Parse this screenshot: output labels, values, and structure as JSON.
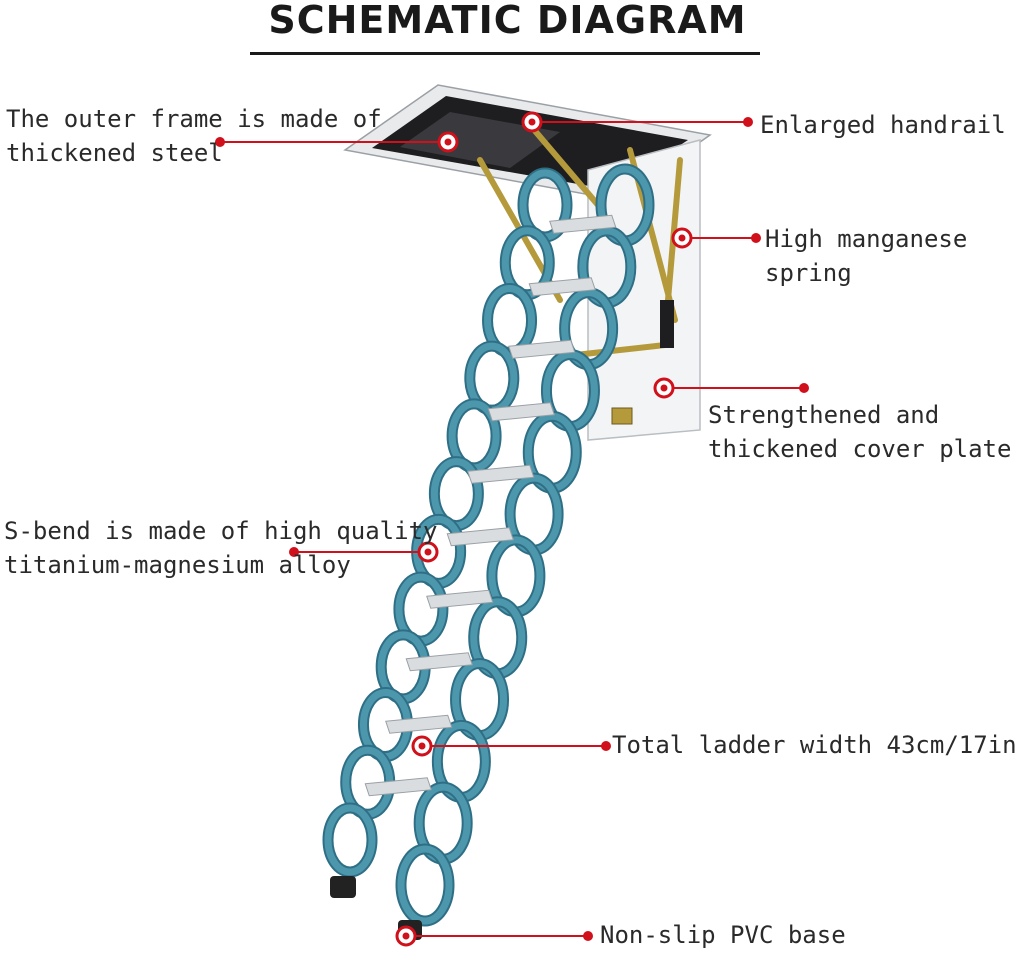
{
  "title": "SCHEMATIC DIAGRAM",
  "colors": {
    "callout": "#d0101a",
    "ladder_blue": "#4d97ad",
    "ladder_blue_dark": "#2f6f86",
    "step": "#d9dde0",
    "frame": "#e8eaec",
    "hatch_dark": "#1e1e20",
    "brass": "#b59a3c",
    "text": "#2a2a2a"
  },
  "callouts": [
    {
      "id": "outer-frame",
      "lines": [
        "The outer frame is made of",
        "thickened steel"
      ]
    },
    {
      "id": "handrail",
      "lines": [
        "Enlarged handrail"
      ]
    },
    {
      "id": "spring",
      "lines": [
        "High manganese",
        "spring"
      ]
    },
    {
      "id": "cover-plate",
      "lines": [
        "Strengthened and",
        "thickened cover plate"
      ]
    },
    {
      "id": "s-bend",
      "lines": [
        "S-bend is made of high quality",
        "titanium-magnesium alloy"
      ]
    },
    {
      "id": "ladder-width",
      "lines": [
        "Total ladder width 43cm/17in."
      ]
    },
    {
      "id": "base",
      "lines": [
        "Non-slip PVC base"
      ]
    }
  ]
}
